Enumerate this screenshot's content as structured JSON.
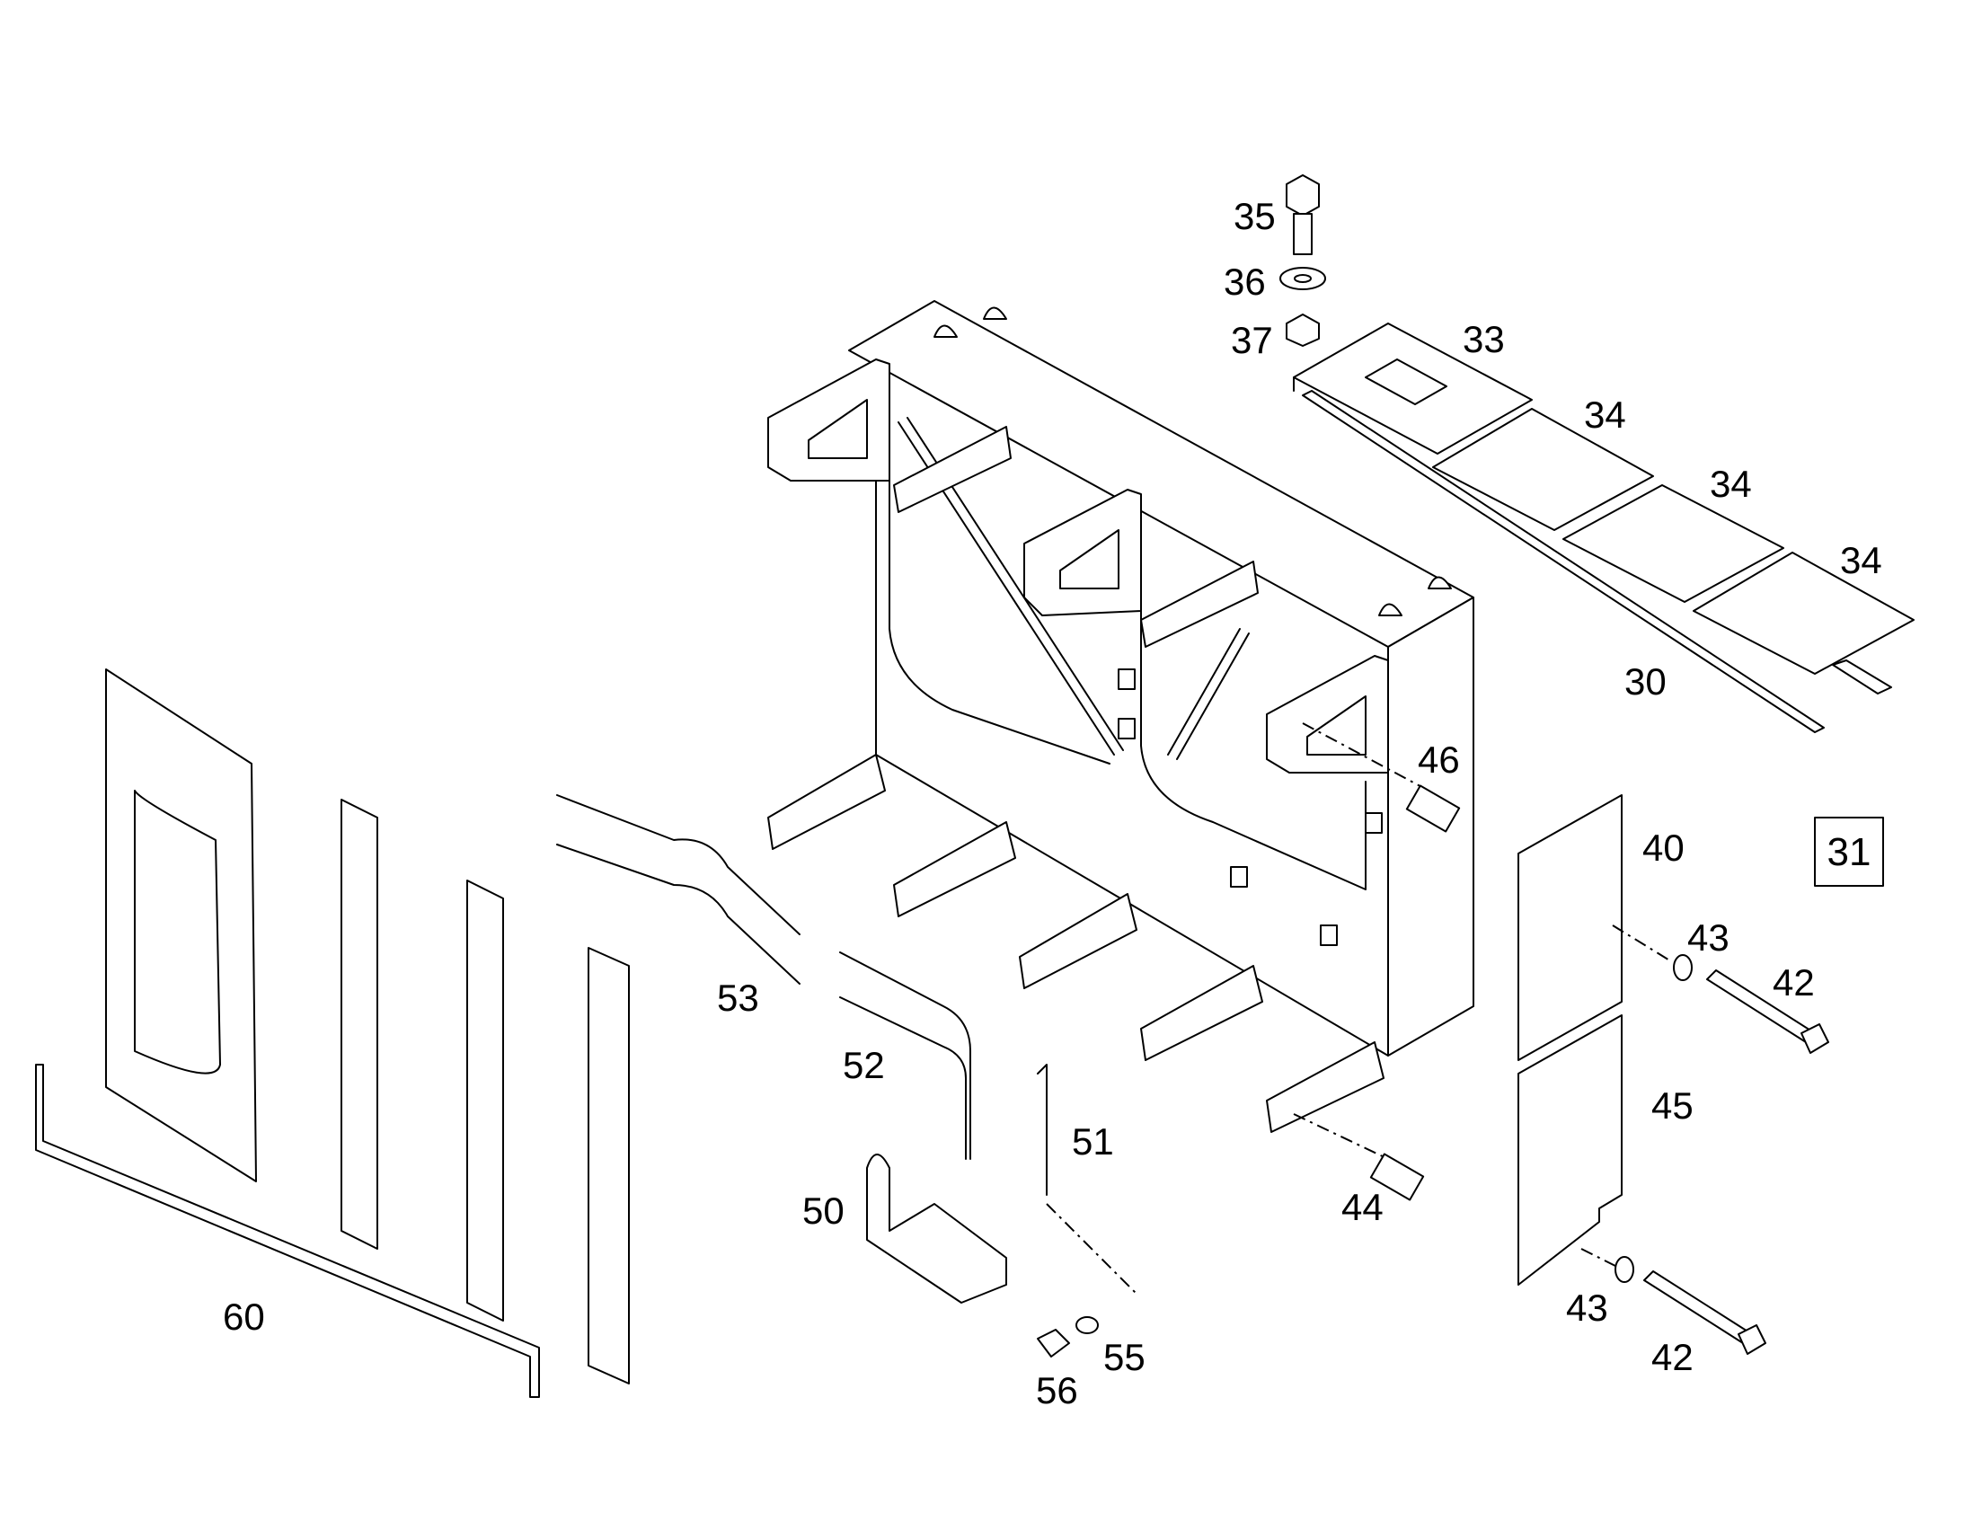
{
  "callouts": {
    "c30": "30",
    "c31": "31",
    "c33": "33",
    "c34a": "34",
    "c34b": "34",
    "c34c": "34",
    "c35": "35",
    "c36": "36",
    "c37": "37",
    "c40": "40",
    "c42a": "42",
    "c42b": "42",
    "c43a": "43",
    "c43b": "43",
    "c44": "44",
    "c45": "45",
    "c46": "46",
    "c50": "50",
    "c51": "51",
    "c52": "52",
    "c53": "53",
    "c55": "55",
    "c56": "56",
    "c60": "60"
  },
  "colors": {
    "line": "#000000",
    "background": "#ffffff"
  }
}
